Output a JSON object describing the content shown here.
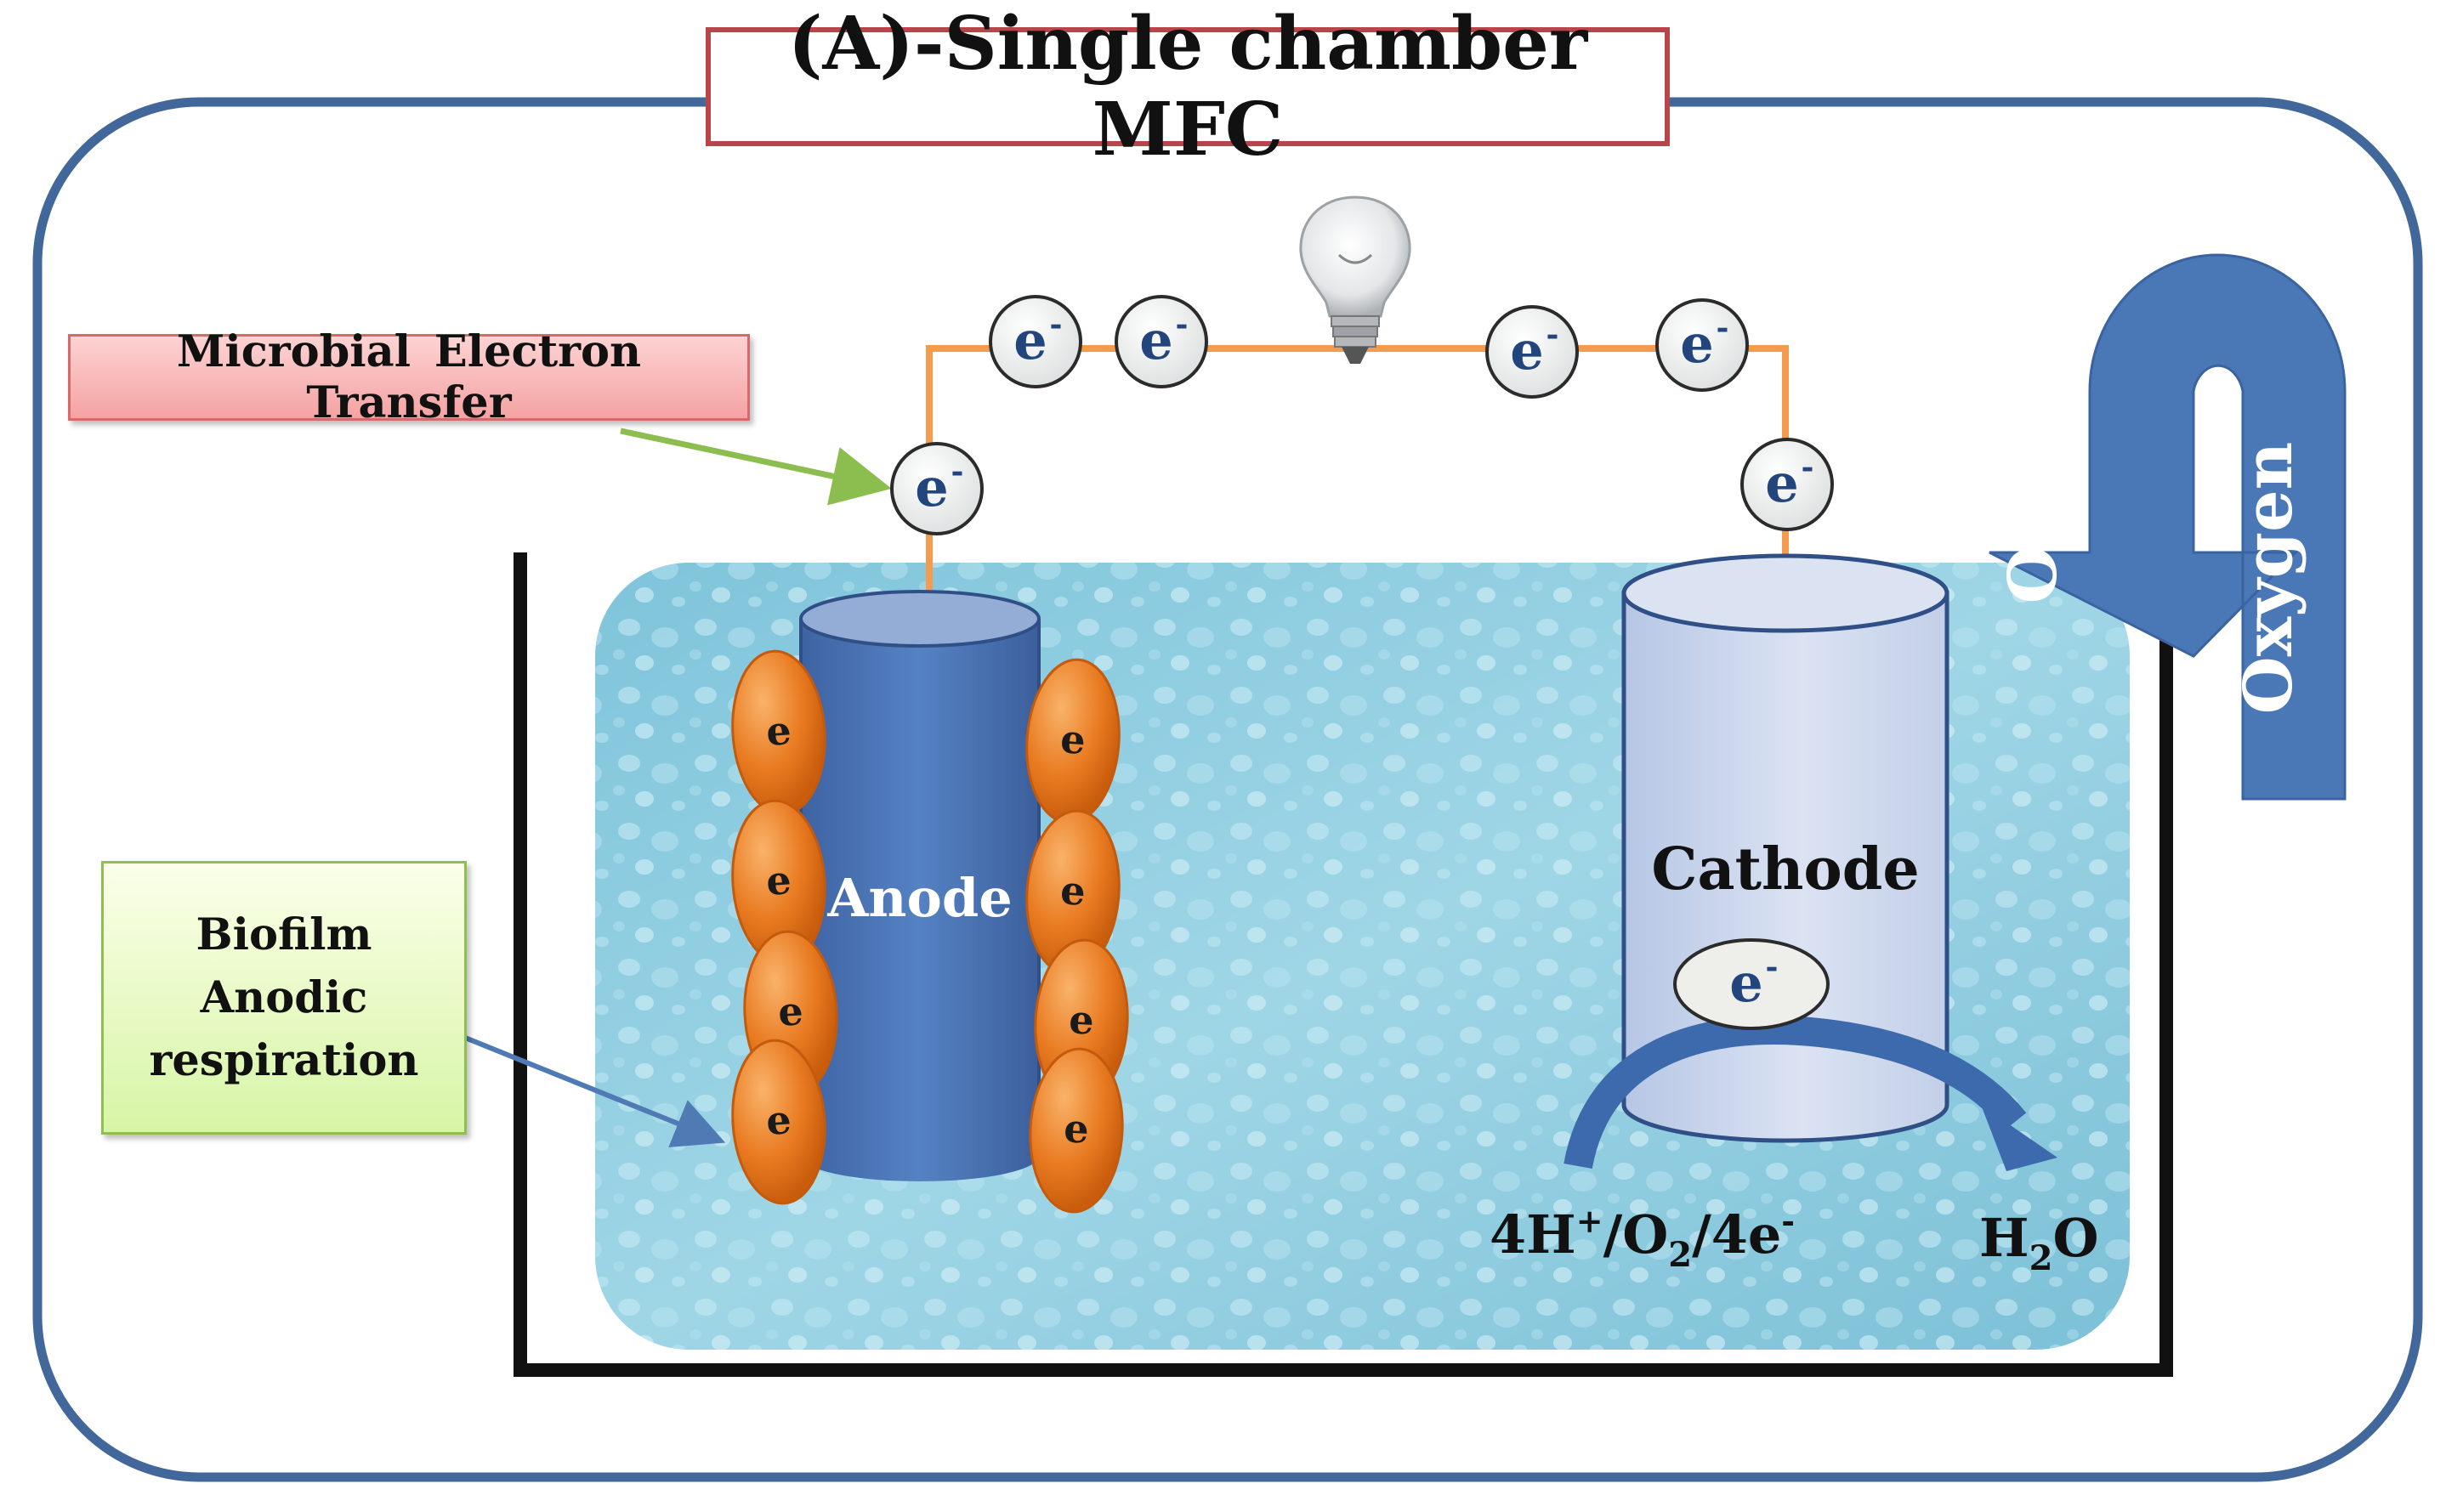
{
  "title": "(A)-Single chamber MFC",
  "labels": {
    "microbial_electron_transfer": "Microbial  Electron  Transfer",
    "biofilm_lines": [
      "Biofilm",
      "Anodic",
      "respiration"
    ],
    "anode": "Anode",
    "cathode": "Cathode",
    "oxygen_in": "Oxygen",
    "oxygen_out": "Oxygen",
    "reactants": "4H+/O2/4e-",
    "product": "H2O"
  },
  "electron_symbol": "e",
  "electron_charge": "-",
  "bacteria_label": "e",
  "colors": {
    "frame": "#41679b",
    "title_border": "#b8454a",
    "wire": "#f49b4e",
    "anode": "#4a73b3",
    "cathode": "#c9d5ec",
    "bacteria": "#e7731c",
    "water": "#8fcde0",
    "arrow": "#4a78b6",
    "pointer_green": "#8cbd4f",
    "pointer_blue": "#4f7ab3"
  },
  "icons": [
    "light-bulb-icon",
    "oxygen-u-arrow-icon",
    "curved-reaction-arrow-icon"
  ]
}
